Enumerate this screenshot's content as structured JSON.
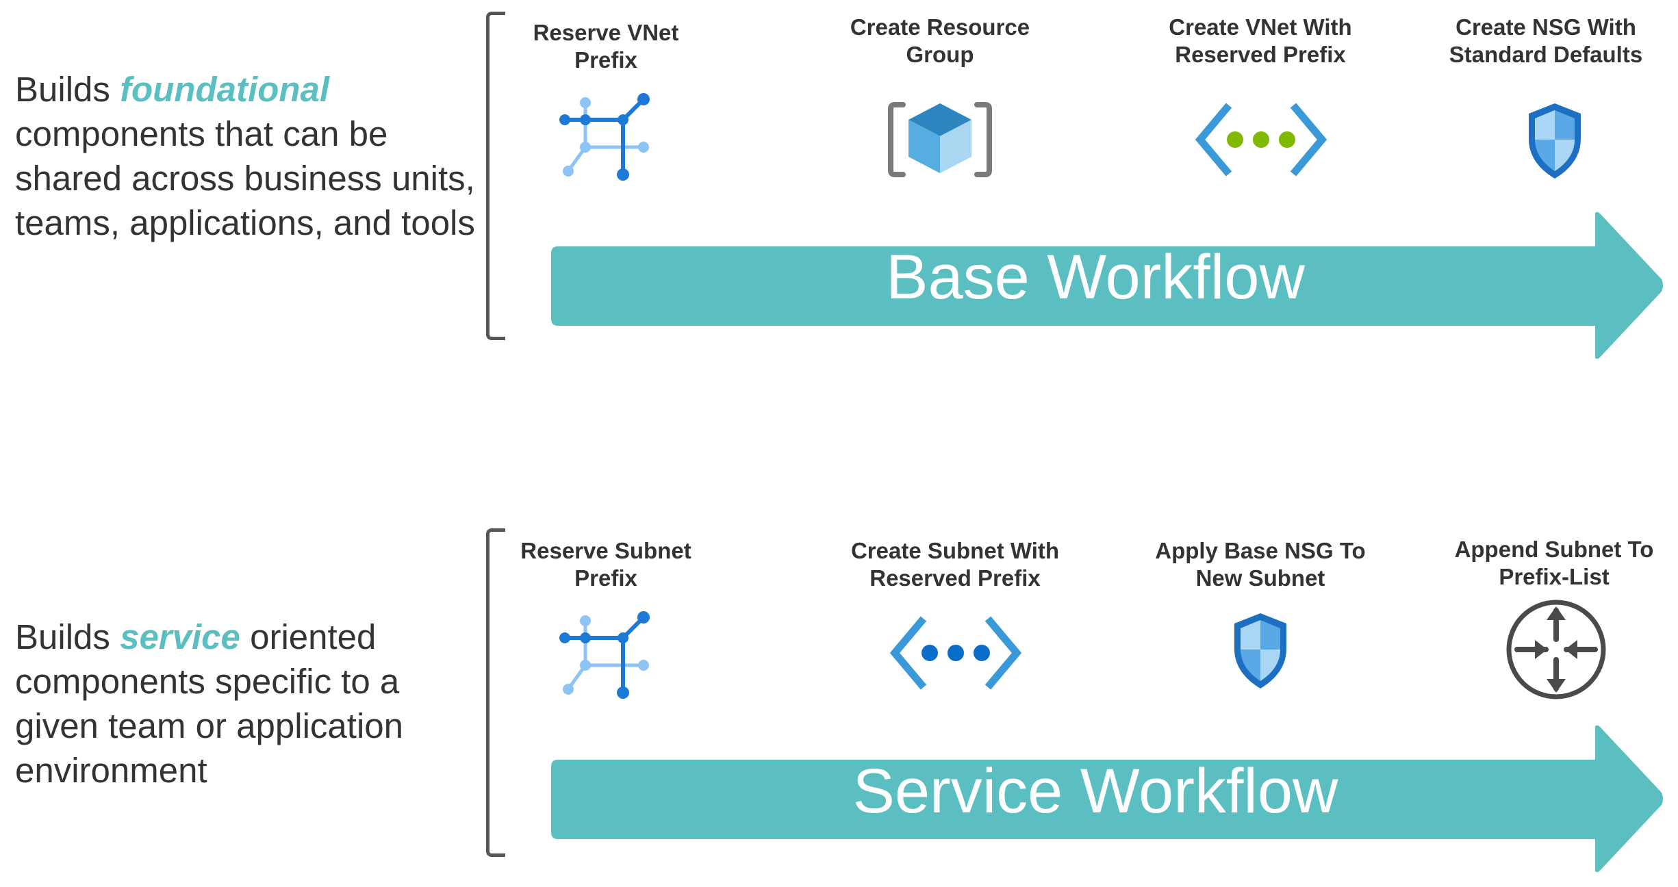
{
  "colors": {
    "accent_teal": "#5bbfc2",
    "text": "#333333",
    "bracket": "#555555",
    "azure_blue": "#1d79d6",
    "green_dots": "#7fba00"
  },
  "base": {
    "description_prefix": "Builds ",
    "description_emphasis": "foundational",
    "description_suffix": " components that can be shared across business units, teams, applications, and tools",
    "workflow_label": "Base Workflow",
    "steps": [
      {
        "label_line1": "Reserve VNet",
        "label_line2": "Prefix",
        "icon": "ip-prefix-network-icon"
      },
      {
        "label_line1": "Create Resource",
        "label_line2": "Group",
        "icon": "resource-group-icon"
      },
      {
        "label_line1": "Create VNet With",
        "label_line2": "Reserved Prefix",
        "icon": "virtual-network-icon"
      },
      {
        "label_line1": "Create NSG With",
        "label_line2": "Standard Defaults",
        "icon": "network-security-group-icon"
      }
    ]
  },
  "service": {
    "description_prefix": "Builds ",
    "description_emphasis": "service",
    "description_suffix": " oriented components specific to a given team or application environment",
    "workflow_label": "Service Workflow",
    "steps": [
      {
        "label_line1": "Reserve Subnet",
        "label_line2": "Prefix",
        "icon": "ip-prefix-network-icon"
      },
      {
        "label_line1": "Create Subnet With",
        "label_line2": "Reserved Prefix",
        "icon": "subnet-icon"
      },
      {
        "label_line1": "Apply Base NSG To",
        "label_line2": "New Subnet",
        "icon": "network-security-group-icon"
      },
      {
        "label_line1": "Append Subnet To",
        "label_line2": "Prefix-List",
        "icon": "router-icon"
      }
    ]
  }
}
